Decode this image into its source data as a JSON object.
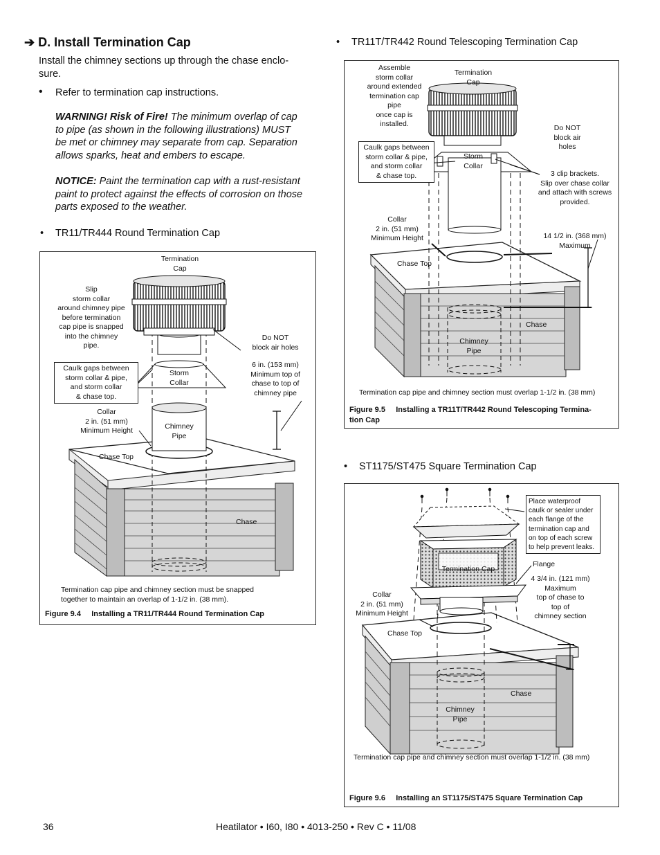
{
  "section": {
    "arrow": "➔",
    "title": "D. Install Termination Cap",
    "intro_line1": "Install the chimney sections up through the chase enclo-",
    "intro_line2": "sure.",
    "bullet_refer": "Refer to termination cap instructions.",
    "warning_label": "WARNING! Risk of Fire!",
    "warning_text_l1": " The minimum overlap of cap",
    "warning_text_l2": "to pipe (as shown in the following illustrations) MUST",
    "warning_text_l3": "be met or chimney may separate from cap. Separation",
    "warning_text_l4": "allows sparks, heat and embers to escape.",
    "notice_label": "NOTICE:",
    "notice_text_l1": " Paint the termination cap with a rust-resistant",
    "notice_text_l2": "paint to protect against the effects of corrosion on those",
    "notice_text_l3": "parts exposed to the weather.",
    "bullet_tr11": "TR11/TR444 Round Termination Cap",
    "bullet_tr11t": "TR11T/TR442 Round Telescoping Termination Cap",
    "bullet_st": "ST1175/ST475 Square Termination Cap"
  },
  "fig94": {
    "termination_cap": [
      "Termination",
      "Cap"
    ],
    "slip": [
      "Slip",
      "storm collar",
      "around chimney pipe",
      "before termination",
      "cap pipe is snapped",
      "into the chimney",
      "pipe."
    ],
    "do_not": [
      "Do NOT",
      "block air holes"
    ],
    "caulk": [
      "Caulk gaps between",
      "storm collar & pipe,",
      "and storm collar",
      "& chase top."
    ],
    "storm_collar": [
      "Storm",
      "Collar"
    ],
    "min_top": [
      "6 in. (153 mm)",
      "Minimum top of",
      "chase to top of",
      "chimney pipe"
    ],
    "collar": [
      "Collar",
      "2 in. (51 mm)",
      "Minimum Height"
    ],
    "chimney_pipe": [
      "Chimney",
      "Pipe"
    ],
    "chase_top": "Chase Top",
    "chase": "Chase",
    "note": [
      "Termination cap pipe and chimney section must be snapped",
      "together to maintain an overlap of 1-1/2 in. (38 mm)."
    ],
    "fig_no": "Figure 9.4",
    "fig_title": "Installing a TR11/TR444 Round Termination Cap"
  },
  "fig95": {
    "assemble": [
      "Assemble",
      "storm collar",
      "around extended",
      "termination cap",
      "pipe",
      "once cap is",
      "installed."
    ],
    "termination_cap": [
      "Termination",
      "Cap"
    ],
    "do_not": [
      "Do NOT",
      "block air",
      "holes"
    ],
    "caulk": [
      "Caulk gaps between",
      "storm collar & pipe,",
      "and storm collar",
      "& chase top."
    ],
    "storm_collar": [
      "Storm",
      "Collar"
    ],
    "clips": [
      "3 clip brackets.",
      "Slip over chase collar",
      "and attach with screws",
      "provided."
    ],
    "collar": [
      "Collar",
      "2 in. (51 mm)",
      "Minimum Height"
    ],
    "max": [
      "14 1/2 in. (368 mm)",
      "Maximum"
    ],
    "chase_top": "Chase Top",
    "chase": "Chase",
    "chimney_pipe": [
      "Chimney",
      "Pipe"
    ],
    "note": "Termination cap pipe and chimney section must overlap 1-1/2 in. (38 mm)",
    "fig_no": "Figure 9.5",
    "fig_title_l1": "Installing a TR11T/TR442 Round Telescoping Termina-",
    "fig_title_l2": "tion Cap"
  },
  "fig96": {
    "place": [
      "Place waterproof",
      "caulk or sealer under",
      "each flange of the",
      "termination cap and",
      "on top of each screw",
      "to help prevent leaks."
    ],
    "flange": "Flange",
    "termination_cap": "Termination Cap",
    "max": [
      "4 3/4 in. (121 mm)",
      "Maximum",
      "top of chase to",
      "top of",
      "chimney section"
    ],
    "collar": [
      "Collar",
      "2 in. (51 mm)",
      "Minimum Height"
    ],
    "chase_top": "Chase Top",
    "chase": "Chase",
    "chimney_pipe": [
      "Chimney",
      "Pipe"
    ],
    "note": "Termination cap pipe and chimney section  must overlap 1-1/2 in. (38 mm)",
    "fig_no": "Figure 9.6",
    "fig_title": "Installing an ST1175/ST475 Square Termination Cap"
  },
  "footer": {
    "page": "36",
    "doc": "Heatilator • I60, I80 • 4013-250 • Rev C • 11/08"
  }
}
